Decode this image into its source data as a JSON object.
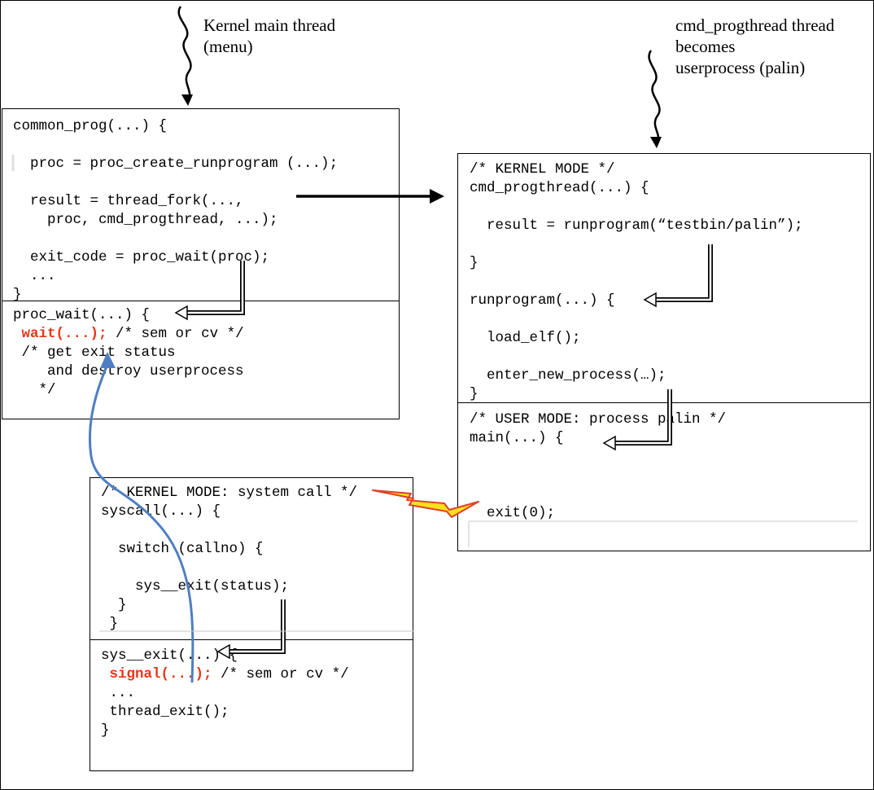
{
  "labels": {
    "kernel_main": "Kernel main thread\n(menu)",
    "cmd_thread": "cmd_progthread thread\nbecomes\nuserprocess (palin)"
  },
  "boxes": {
    "common_prog": {
      "lines": [
        "common_prog(...) {",
        "",
        "  proc = proc_create_runprogram (...);",
        "",
        "  result = thread_fork(...,",
        "    proc, cmd_progthread, ...);",
        "",
        "  exit_code = proc_wait(proc);",
        "  ...",
        "}"
      ]
    },
    "proc_wait": {
      "line0": "proc_wait(...) {",
      "wait_call": "wait(...);",
      "wait_comment": " /* sem or cv */",
      "rest": [
        " /* get exit status",
        "    and destroy userprocess",
        "   */"
      ]
    },
    "cmd_progthread": {
      "lines": [
        "/* KERNEL MODE */",
        "cmd_progthread(...) {",
        "",
        "  result = runprogram(“testbin/palin”);",
        "",
        "}",
        "",
        "runprogram(...) {",
        "",
        "  load_elf();",
        "",
        "  enter_new_process(…);",
        "}"
      ]
    },
    "user_mode": {
      "lines": [
        "/* USER MODE: process palin */",
        "main(...) {",
        "",
        "",
        "",
        "  exit(0);"
      ]
    },
    "syscall": {
      "lines": [
        "/* KERNEL MODE: system call */",
        "syscall(...) {",
        "",
        "  switch (callno) {",
        "",
        "    sys__exit(status);",
        "  }",
        " }"
      ]
    },
    "sys_exit": {
      "line0": "sys__exit(...) {",
      "signal_call": "signal(...);",
      "signal_comment": " /* sem or cv */",
      "rest": [
        " ...",
        " thread_exit();",
        "}"
      ]
    }
  },
  "colors": {
    "highlight_red": "#e8361a",
    "curve_blue": "#4f7fc2",
    "bolt_fill": "#f5e11c",
    "bolt_edge": "#e0402a"
  }
}
